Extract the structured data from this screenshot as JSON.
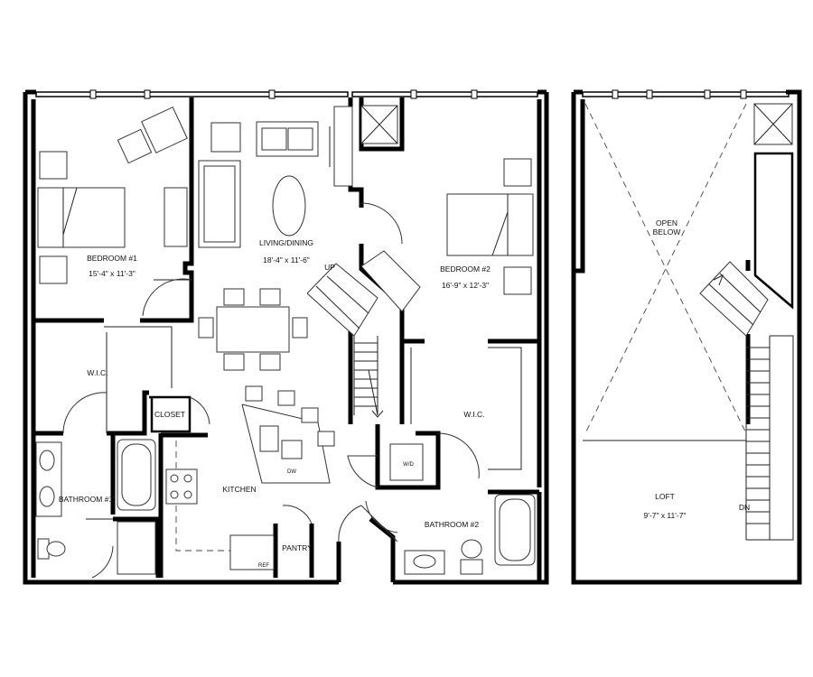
{
  "rooms": {
    "bedroom1": {
      "name": "BEDROOM #1",
      "dims": "15'-4\" x 11'-3\""
    },
    "living": {
      "name": "LIVING/DINING",
      "dims": "18'-4\" x 11'-6\""
    },
    "bedroom2": {
      "name": "BEDROOM #2",
      "dims": "16'-9\" x 12'-3\""
    },
    "wic1": {
      "name": "W.I.C."
    },
    "wic2": {
      "name": "W.I.C."
    },
    "closet": {
      "name": "CLOSET"
    },
    "kitchen": {
      "name": "KITCHEN"
    },
    "bath1": {
      "name": "BATHROOM #1"
    },
    "bath2": {
      "name": "BATHROOM #2"
    },
    "pantry": {
      "name": "PANTRY"
    },
    "loft": {
      "name": "LOFT",
      "dims": "9'-7\" x 11'-7\""
    }
  },
  "labels": {
    "up": "UP",
    "dn": "DN",
    "open_below_1": "OPEN",
    "open_below_2": "BELOW",
    "dw": "DW",
    "ref": "REF",
    "wd": "W/D"
  }
}
